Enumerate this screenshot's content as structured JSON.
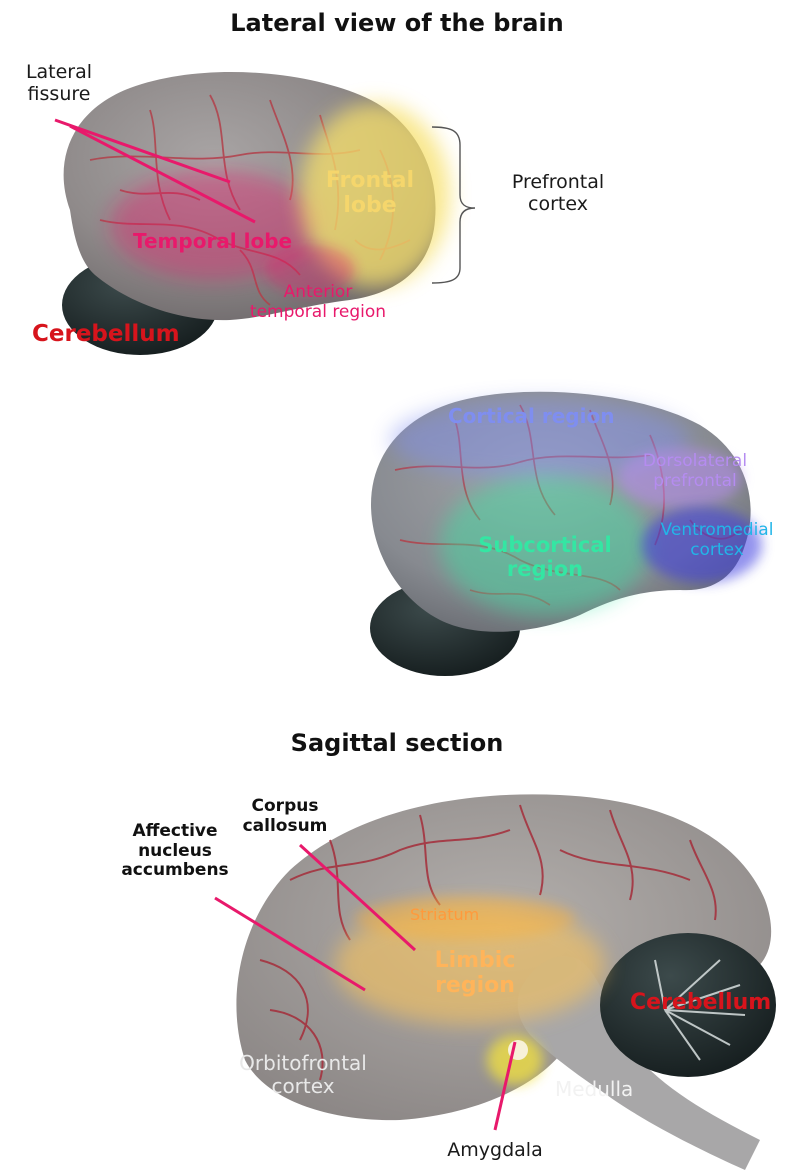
{
  "titles": {
    "lateral": "Lateral view of the brain",
    "sagittal": "Sagittal section"
  },
  "lateral_view": {
    "lateral_fissure": "Lateral\nfissure",
    "frontal_lobe": "Frontal\nlobe",
    "temporal_lobe": "Temporal lobe",
    "anterior_temporal": "Anterior\ntemporal region",
    "cerebellum": "Cerebellum",
    "prefrontal_cortex": "Prefrontal\ncortex"
  },
  "regions_view": {
    "cortical": "Cortical region",
    "dorsolateral": "Dorsolateral\nprefrontal",
    "subcortical": "Subcortical\nregion",
    "ventromedial": "Ventromedial\ncortex"
  },
  "sagittal_view": {
    "corpus_callosum": "Corpus\ncallosum",
    "affective_nucleus": "Affective\nnucleus\naccumbens",
    "striatum": "Striatum",
    "limbic": "Limbic\nregion",
    "cerebellum": "Cerebellum",
    "orbitofrontal": "Orbitofrontal\ncortex",
    "medulla": "Medulla",
    "amygdala": "Amygdala"
  },
  "colors": {
    "temporal": "#e8196b",
    "frontal": "#f7e06a",
    "cerebellum": "#d7141c",
    "cortical": "#7f8ef0",
    "dorsolateral": "#b58cf0",
    "subcortical": "#34e6a3",
    "ventromedial": "#22b5e8",
    "limbic": "#ffb45a",
    "orbitofrontal": "#e8e8e8",
    "pointer": "#e8196b"
  }
}
